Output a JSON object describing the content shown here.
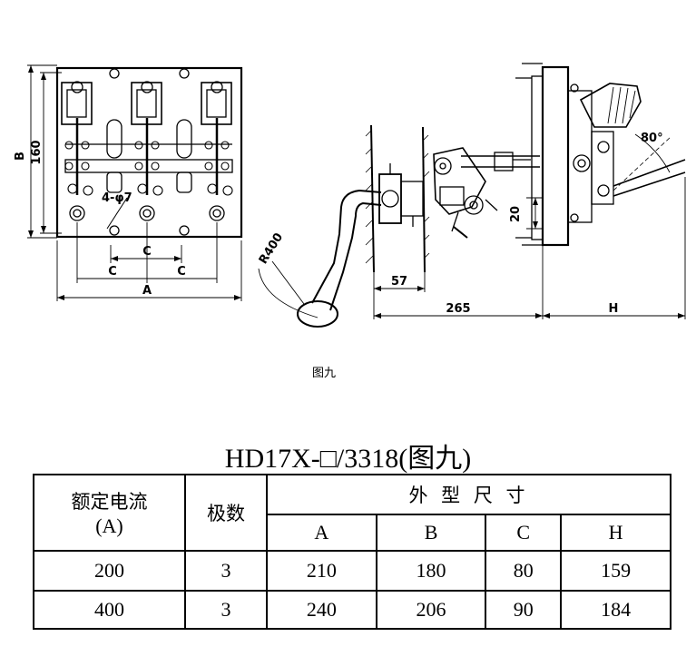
{
  "drawing": {
    "front_labels": {
      "B": "B",
      "height_160": "160",
      "A": "A",
      "C_top": "C",
      "C_left": "C",
      "C_right": "C",
      "holes": "4-φ7"
    },
    "side_labels": {
      "radius": "R400",
      "dim_57": "57",
      "dim_265": "265",
      "dim_20": "20",
      "H": "H",
      "angle": "80°"
    },
    "caption": "图九"
  },
  "table": {
    "title": "HD17X-□/3318(图九)",
    "header": {
      "rated_current": "额定电流",
      "rated_current_unit": "(A)",
      "poles": "极数",
      "dimensions": "外 型 尺 寸",
      "columns": [
        "A",
        "B",
        "C",
        "H"
      ]
    },
    "rows": [
      {
        "current": "200",
        "poles": "3",
        "A": "210",
        "B": "180",
        "C": "80",
        "H": "159"
      },
      {
        "current": "400",
        "poles": "3",
        "A": "240",
        "B": "206",
        "C": "90",
        "H": "184"
      }
    ]
  }
}
